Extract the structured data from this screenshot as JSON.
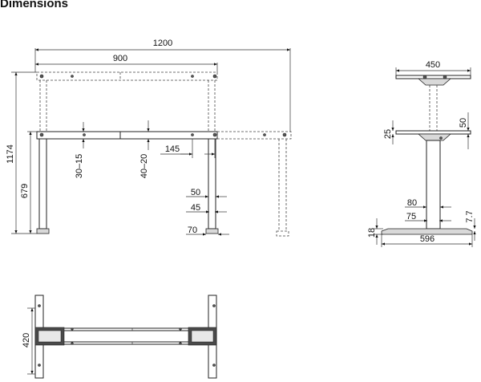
{
  "title": "Dimensions",
  "dims": {
    "width_1200": "1200",
    "width_900": "900",
    "height_1174": "1174",
    "height_679": "679",
    "d_30_15": "30–15",
    "d_40_20": "40–20",
    "d_145": "145",
    "d_50a": "50",
    "d_45": "45",
    "d_70": "70",
    "side_450": "450",
    "side_25": "25",
    "side_50": "50",
    "side_80": "80",
    "side_75": "75",
    "side_7_7": "7.7",
    "side_18": "18",
    "side_596": "596",
    "top_420": "420"
  }
}
